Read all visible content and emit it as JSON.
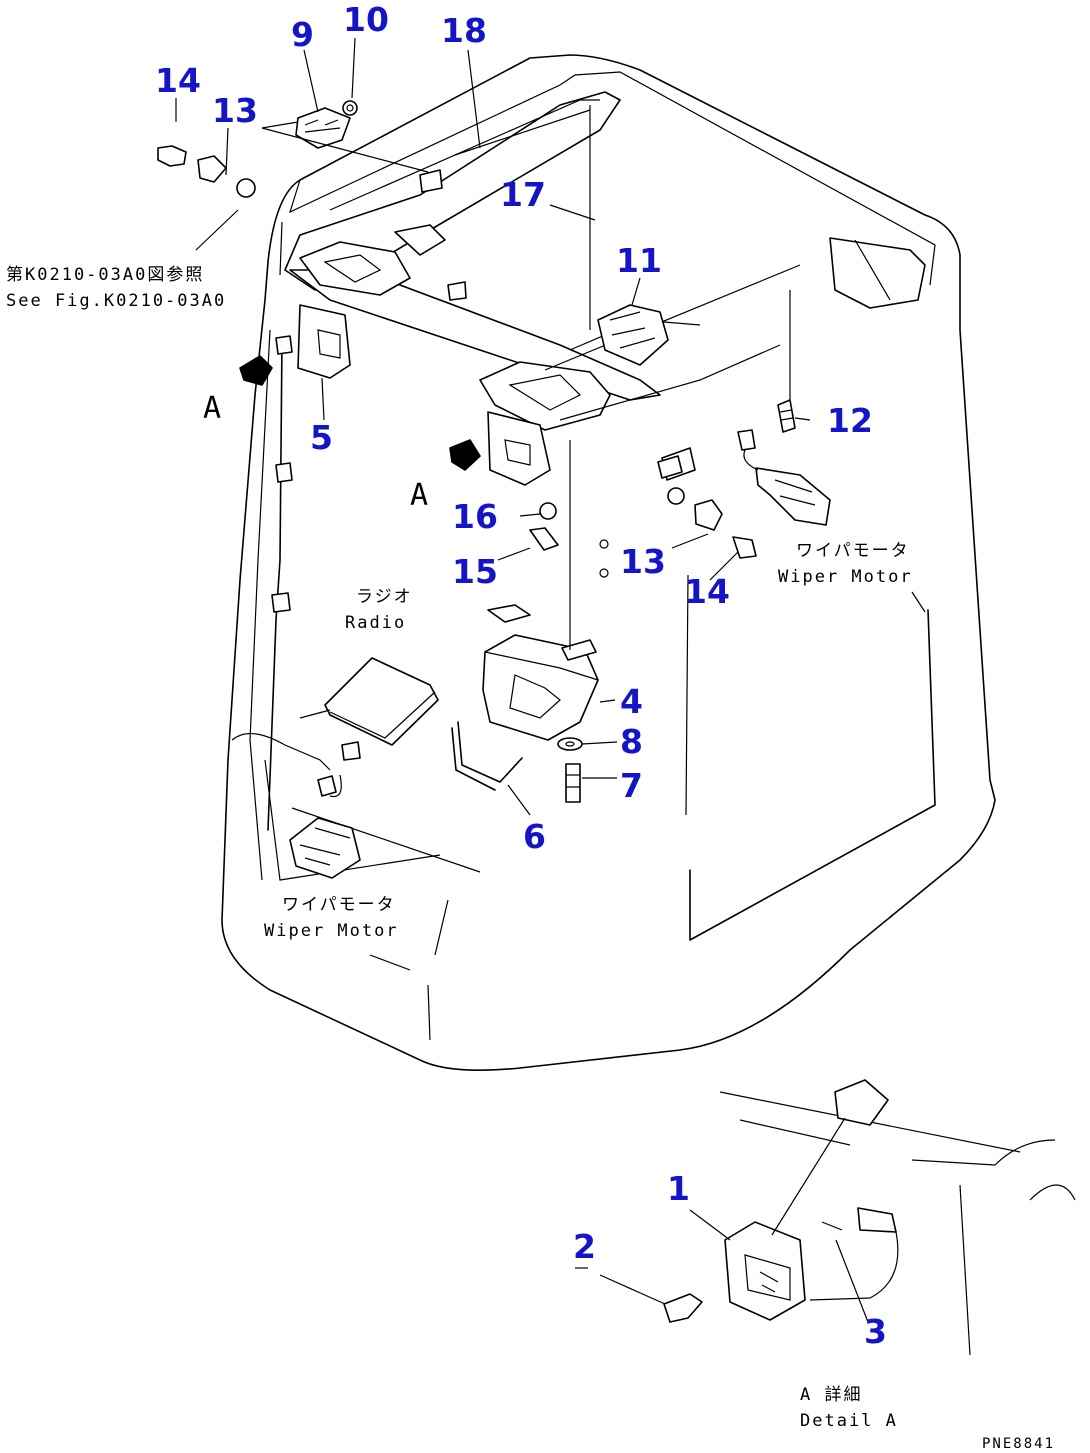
{
  "callouts": {
    "n1": "1",
    "n2": "2",
    "n3": "3",
    "n4": "4",
    "n5": "5",
    "n6": "6",
    "n7": "7",
    "n8": "8",
    "n9": "9",
    "n10": "10",
    "n11": "11",
    "n12": "12",
    "n13a": "13",
    "n13b": "13",
    "n14a": "14",
    "n14b": "14",
    "n15": "15",
    "n16": "16",
    "n17": "17",
    "n18": "18"
  },
  "notes": {
    "ref_jp": "第K0210-03A0図参照",
    "ref_en": "See Fig.K0210-03A0",
    "radio_jp": "ラジオ",
    "radio_en": "Radio",
    "wiper_jp_right": "ワイパモータ",
    "wiper_en_right": "Wiper Motor",
    "wiper_jp_left": "ワイパモータ",
    "wiper_en_left": "Wiper Motor",
    "detail_jp": "A 詳細",
    "detail_en": "Detail A",
    "view_a_left": "A",
    "view_a_center": "A",
    "drawing_id": "PNE8841"
  },
  "colors": {
    "callout": "#1515c8",
    "linework": "#000000",
    "background": "#ffffff"
  }
}
